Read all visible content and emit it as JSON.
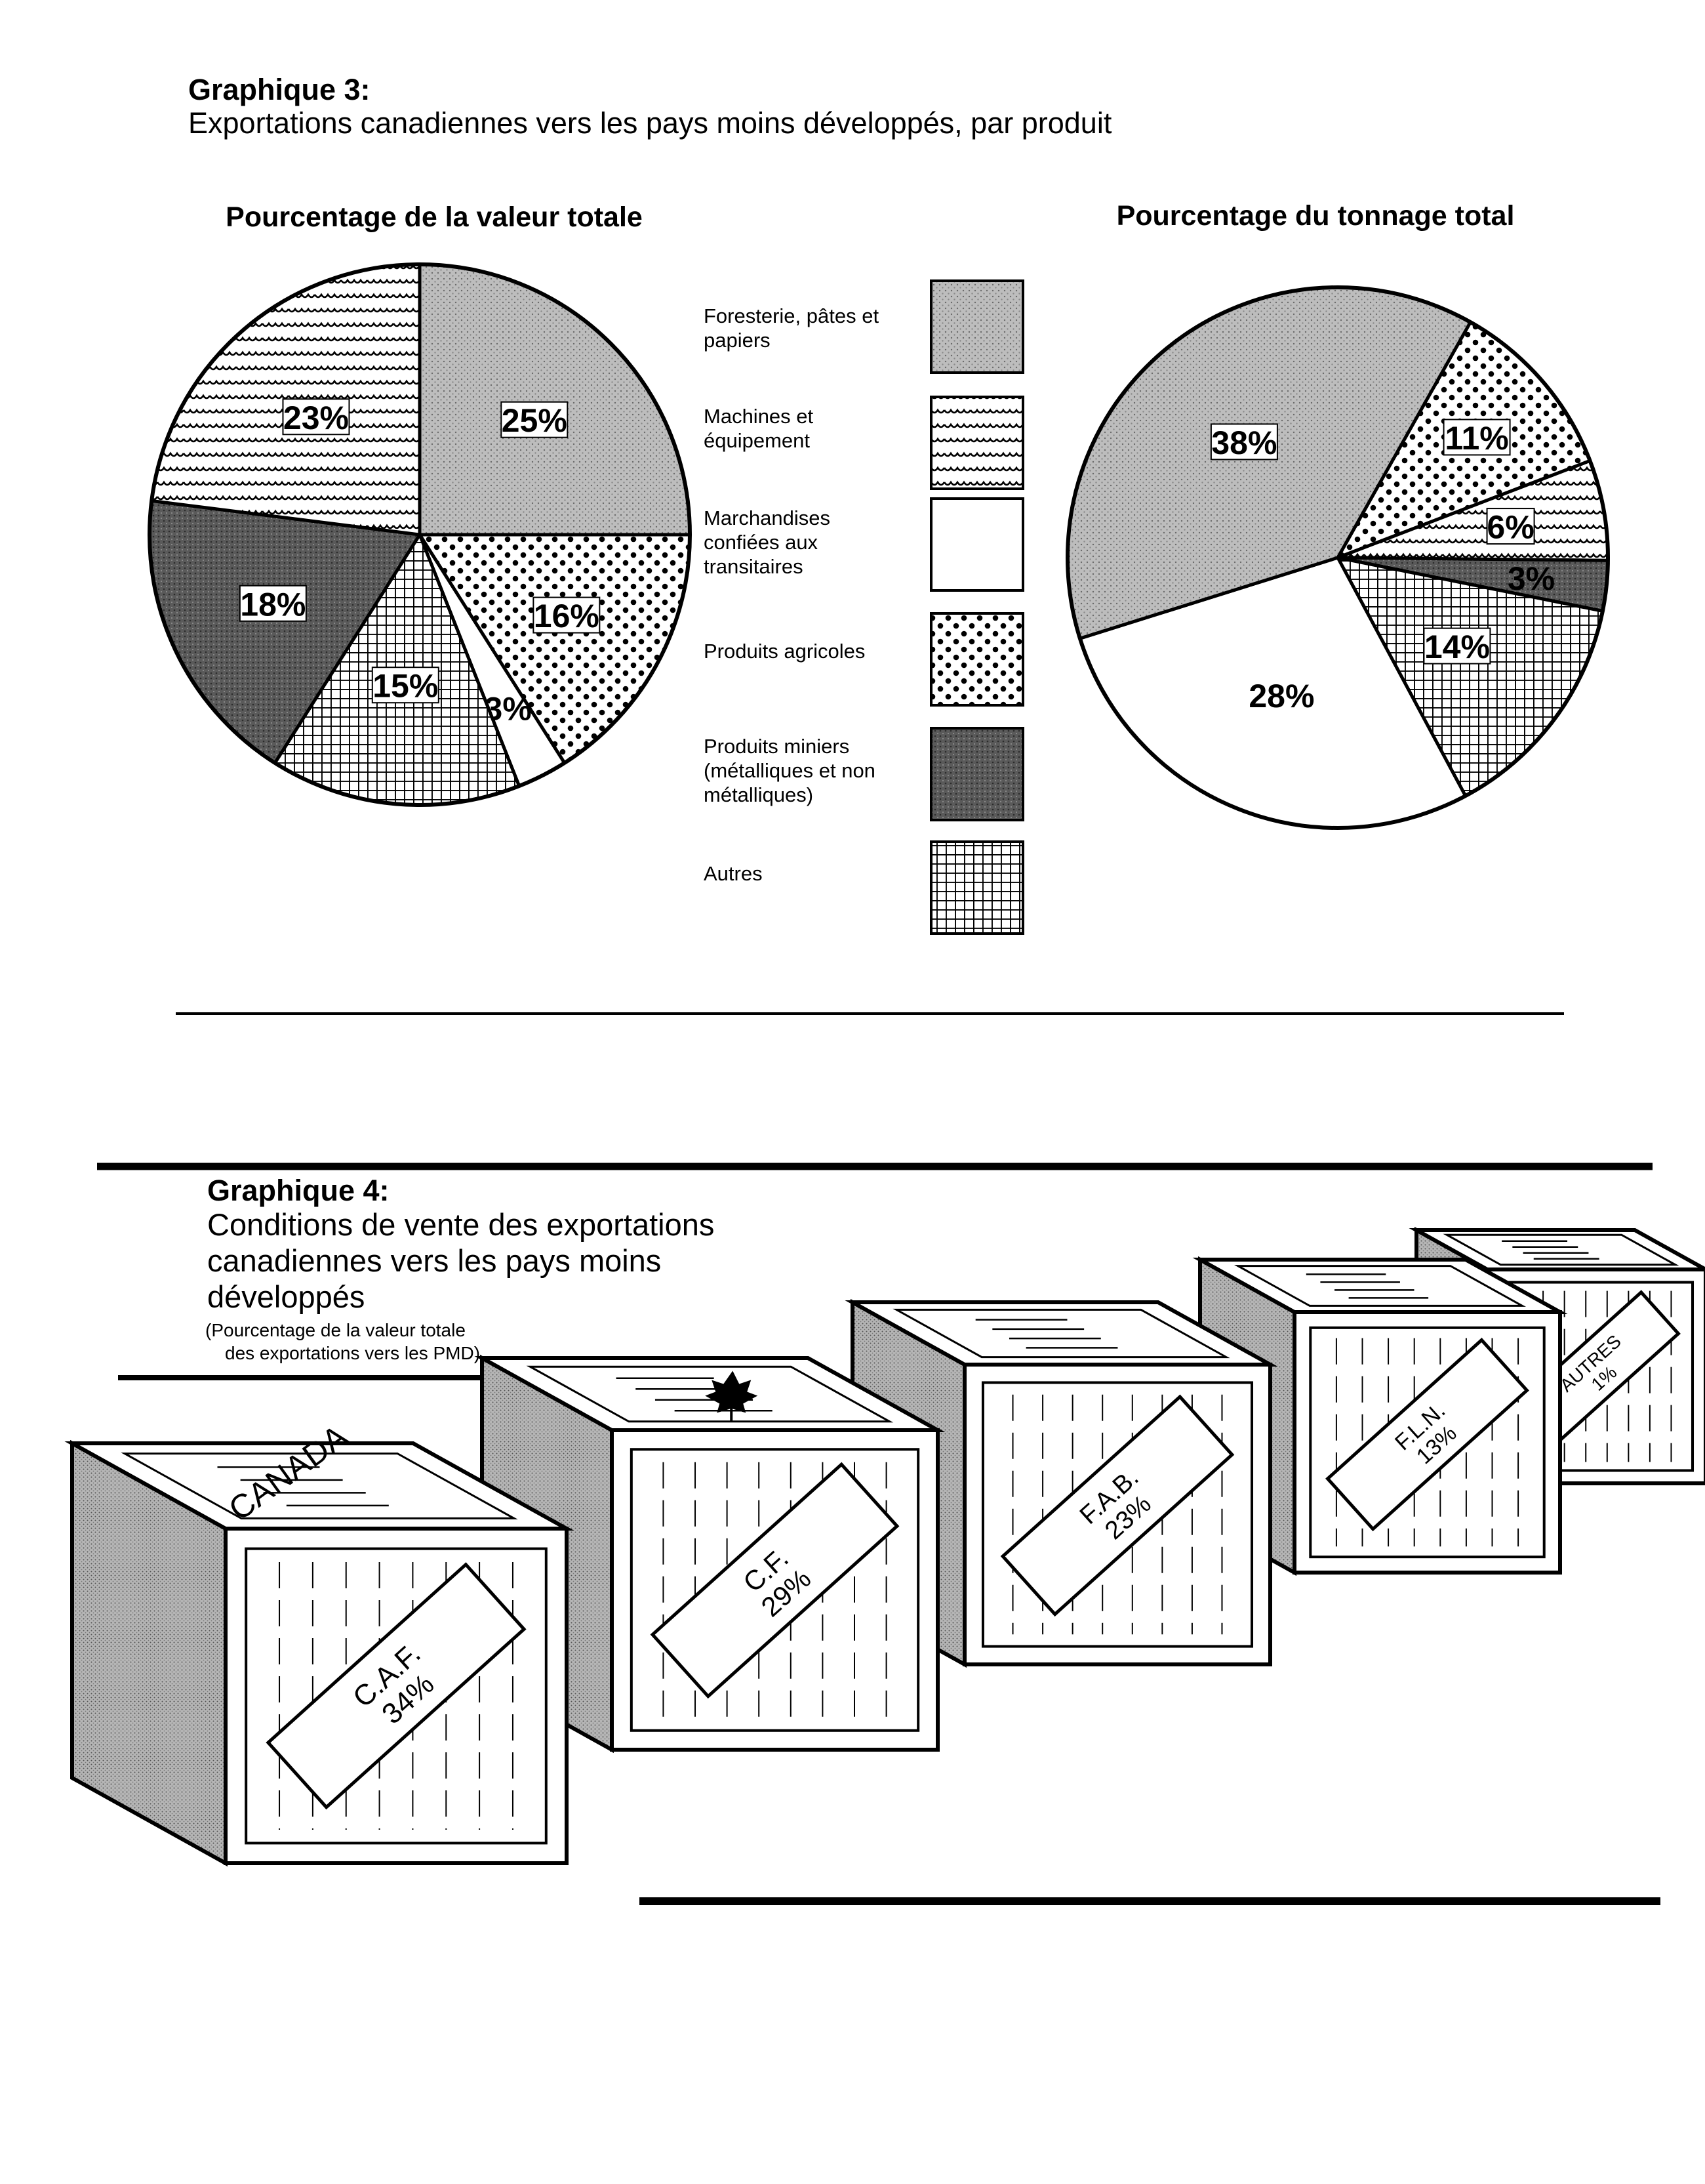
{
  "graph3": {
    "title_bold": "Graphique 3:",
    "title": "Exportations canadiennes vers les pays moins développés, par produit"
  },
  "chart_data": [
    {
      "type": "pie",
      "title": "Pourcentage de la valeur totale",
      "slices": [
        {
          "category": "Foresterie, pâtes et papiers",
          "value": 25,
          "label": "25%"
        },
        {
          "category": "Produits agricoles",
          "value": 16,
          "label": "16%"
        },
        {
          "category": "Marchandises confiées aux transitaires",
          "value": 3,
          "label": "3%"
        },
        {
          "category": "Autres",
          "value": 15,
          "label": "15%"
        },
        {
          "category": "Produits miniers (métalliques et non métalliques)",
          "value": 18,
          "label": "18%"
        },
        {
          "category": "Machines et équipement",
          "value": 23,
          "label": "23%"
        }
      ]
    },
    {
      "type": "pie",
      "title": "Pourcentage du tonnage total",
      "slices": [
        {
          "category": "Produits agricoles",
          "value": 11,
          "label": "11%"
        },
        {
          "category": "Machines et équipement",
          "value": 6,
          "label": "6%"
        },
        {
          "category": "Produits miniers (métalliques et non métalliques)",
          "value": 3,
          "label": "3%"
        },
        {
          "category": "Autres",
          "value": 14,
          "label": "14%"
        },
        {
          "category": "Marchandises confiées aux transitaires",
          "value": 28,
          "label": "28%"
        },
        {
          "category": "Foresterie, pâtes et papiers",
          "value": 38,
          "label": "38%"
        }
      ]
    },
    {
      "type": "bar",
      "title": "Conditions de vente des exportations canadiennes vers les pays moins développés",
      "categories": [
        "C.A.F.",
        "C.F.",
        "F.A.B.",
        "F.L.N.",
        "AUTRES"
      ],
      "values": [
        34,
        29,
        23,
        13,
        1
      ],
      "labels": [
        "34%",
        "29%",
        "23%",
        "13%",
        "1%"
      ]
    }
  ],
  "legend": [
    {
      "lines": [
        "Foresterie, pâtes et",
        "papiers"
      ],
      "pattern": "pat-dots"
    },
    {
      "lines": [
        "Machines et",
        "équipement"
      ],
      "pattern": "pat-wave"
    },
    {
      "lines": [
        "Marchandises",
        "confiées aux",
        "transitaires"
      ],
      "pattern": "pat-white"
    },
    {
      "lines": [
        "Produits agricoles"
      ],
      "pattern": "pat-agri"
    },
    {
      "lines": [
        "Produits miniers",
        "(métalliques et non",
        "métalliques)"
      ],
      "pattern": "pat-dark"
    },
    {
      "lines": [
        "Autres"
      ],
      "pattern": "pat-grid"
    }
  ],
  "graph4": {
    "title_bold": "Graphique 4:",
    "title_lines": [
      "Conditions de vente des exportations",
      "canadiennes vers les pays moins",
      "développés"
    ],
    "note_lines": [
      "(Pourcentage de la valeur totale",
      "des exportations vers les PMD)"
    ],
    "crate_word": "CANADA"
  }
}
